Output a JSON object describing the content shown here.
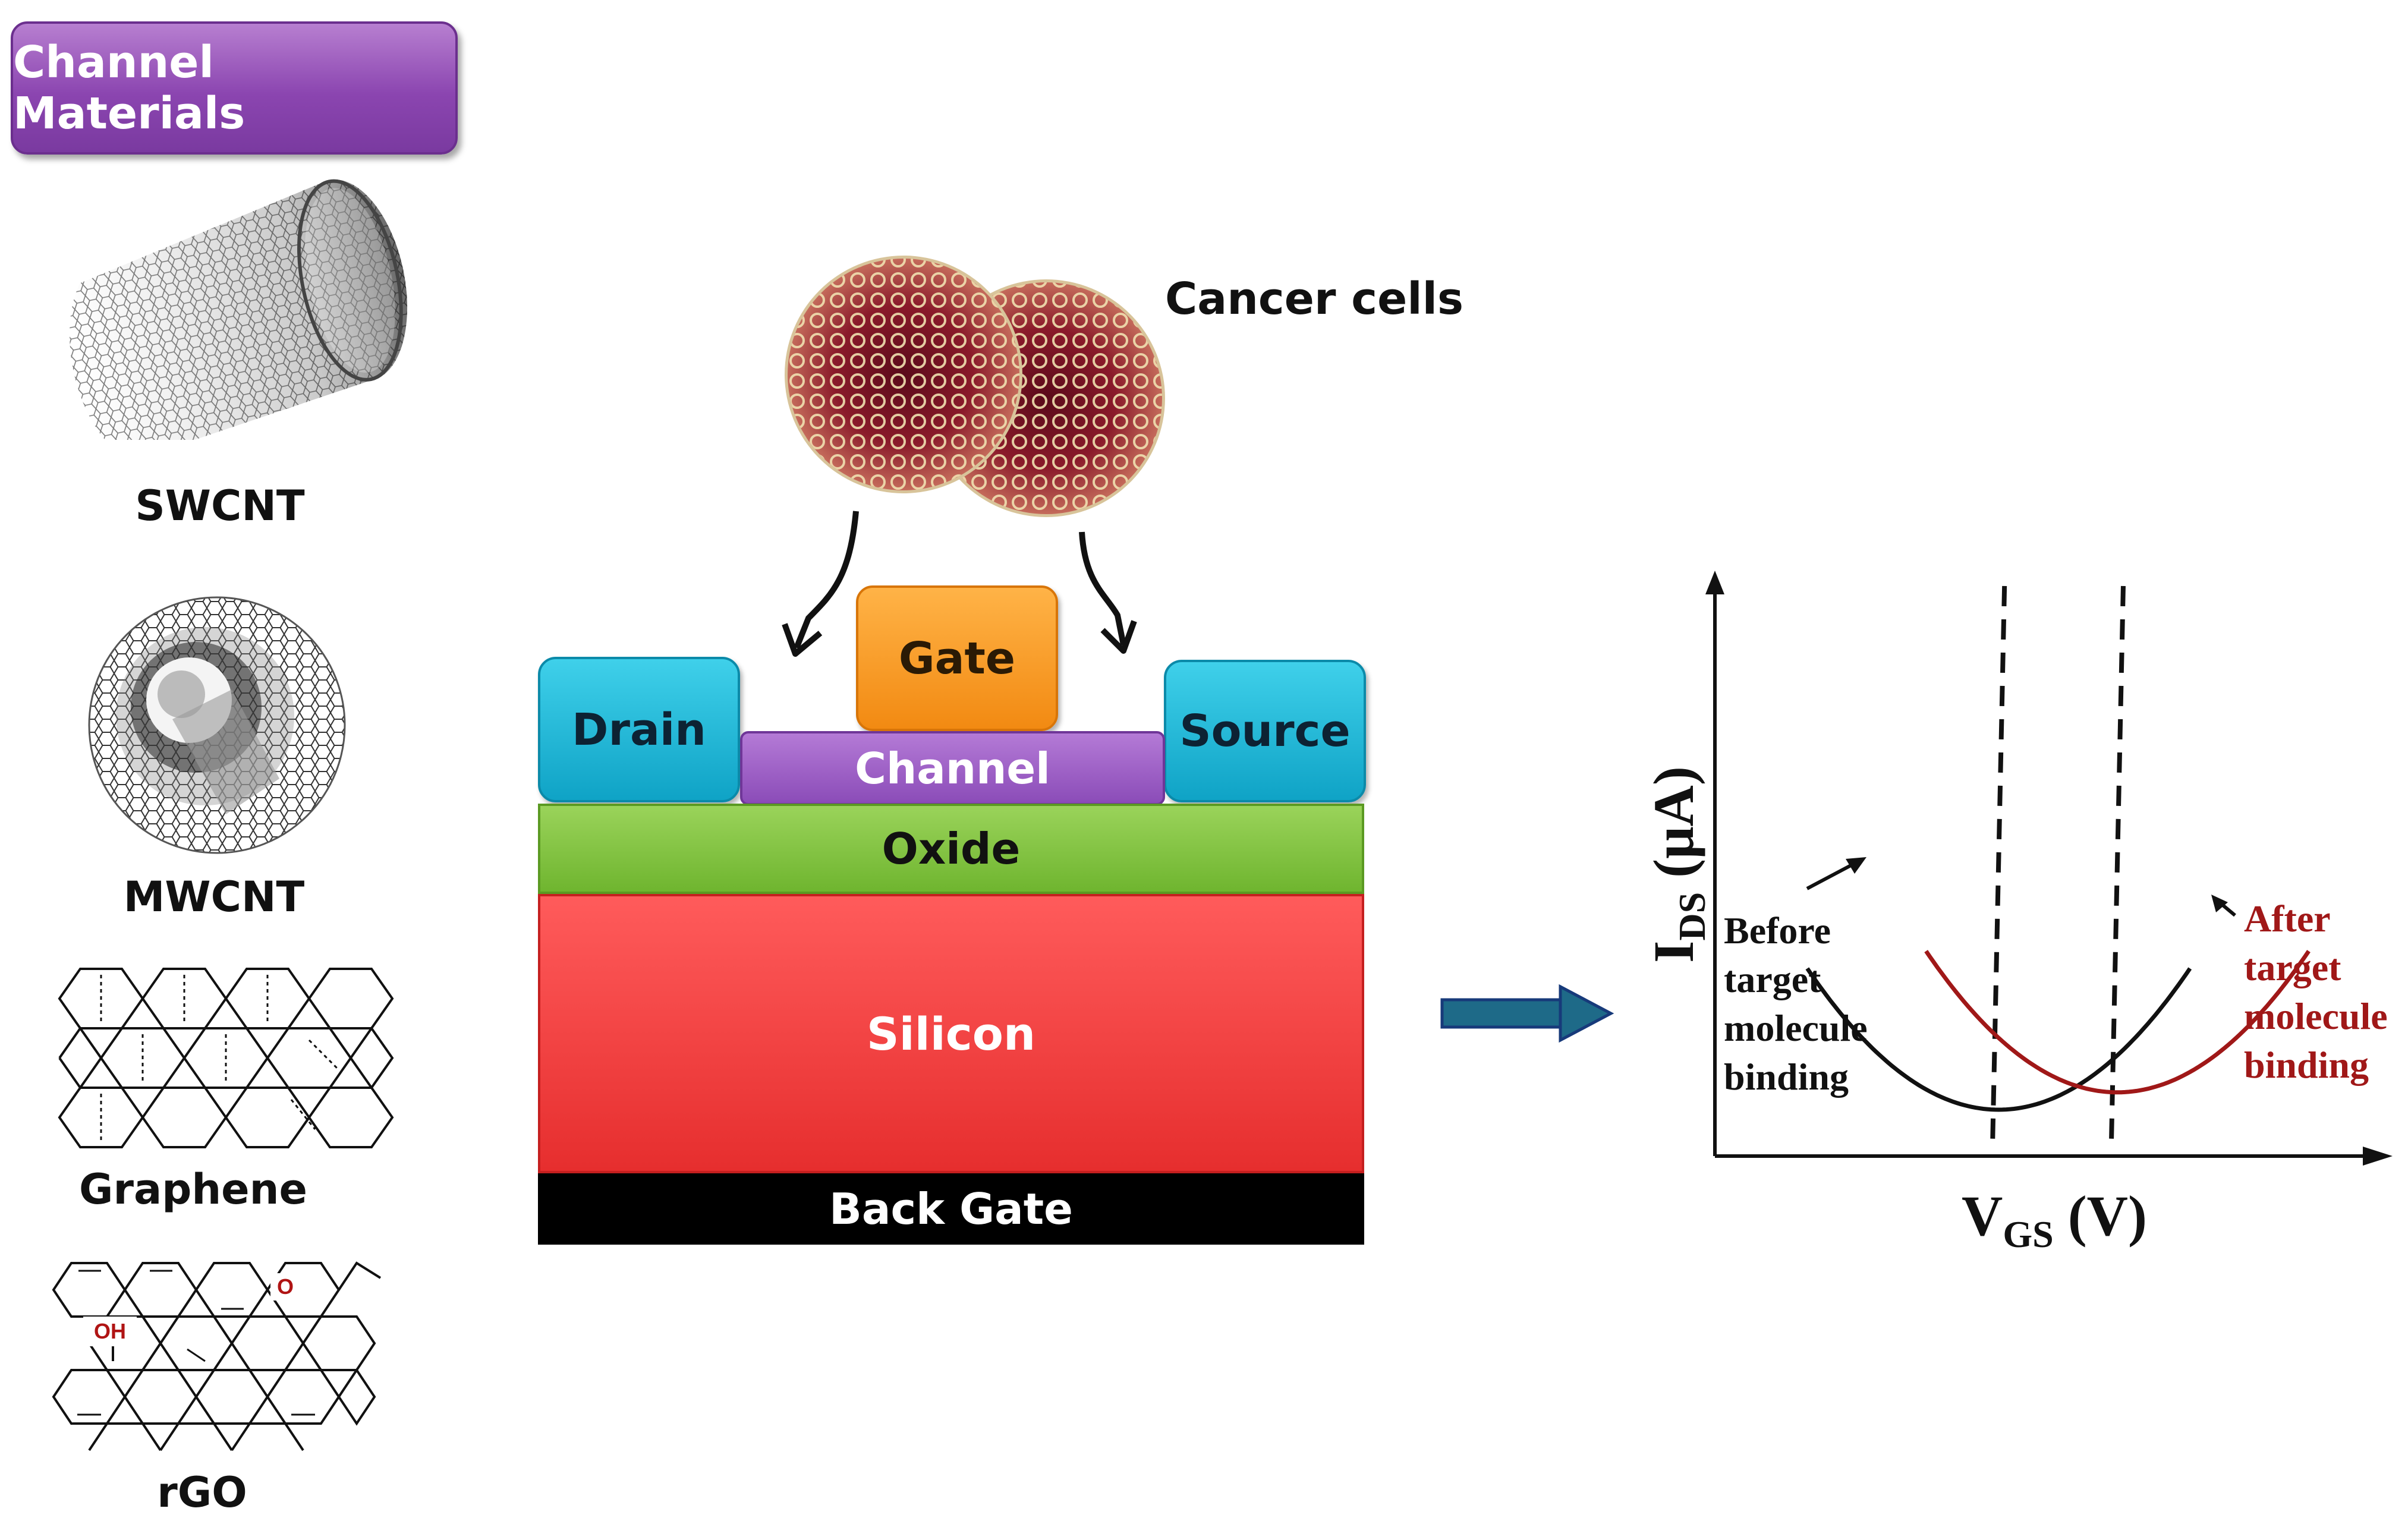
{
  "title": "Channel Materials",
  "materials": [
    {
      "label": "SWCNT",
      "icon": "swcnt-nanotube-icon"
    },
    {
      "label": "MWCNT",
      "icon": "mwcnt-nanotube-icon"
    },
    {
      "label": "Graphene",
      "icon": "graphene-lattice-icon"
    },
    {
      "label": "rGO",
      "icon": "rgo-lattice-icon"
    }
  ],
  "rgo_groups": {
    "oh": "OH",
    "o": "O"
  },
  "cells_label": "Cancer cells",
  "device": {
    "drain": "Drain",
    "gate": "Gate",
    "source": "Source",
    "channel": "Channel",
    "oxide": "Oxide",
    "silicon": "Silicon",
    "back_gate": "Back Gate"
  },
  "chart_data": {
    "type": "line",
    "title": "",
    "xlabel": "V",
    "xlabel_sub": "GS",
    "xlabel_unit": "(V)",
    "ylabel": "I",
    "ylabel_sub": "DS",
    "ylabel_unit": "(μA)",
    "series": [
      {
        "name": "Before target molecule binding",
        "label_lines": [
          "Before",
          "target",
          "molecule",
          "binding"
        ],
        "color": "#111111",
        "vertex_x": 0.43,
        "vertex_y": 0.08
      },
      {
        "name": "After target molecule binding",
        "label_lines": [
          "After",
          "target",
          "molecule",
          "binding"
        ],
        "color": "#a01818",
        "vertex_x": 0.61,
        "vertex_y": 0.11
      }
    ],
    "dashed_lines_at_x": [
      0.43,
      0.61
    ]
  },
  "colors": {
    "title_bg": "#8b45b0",
    "electrode": "#1bb5d6",
    "gate": "#f7931e",
    "channel": "#9b59c6",
    "oxide": "#7dbf3c",
    "silicon": "#f03a3a",
    "back_gate": "#000000",
    "after_curve": "#a01818"
  }
}
